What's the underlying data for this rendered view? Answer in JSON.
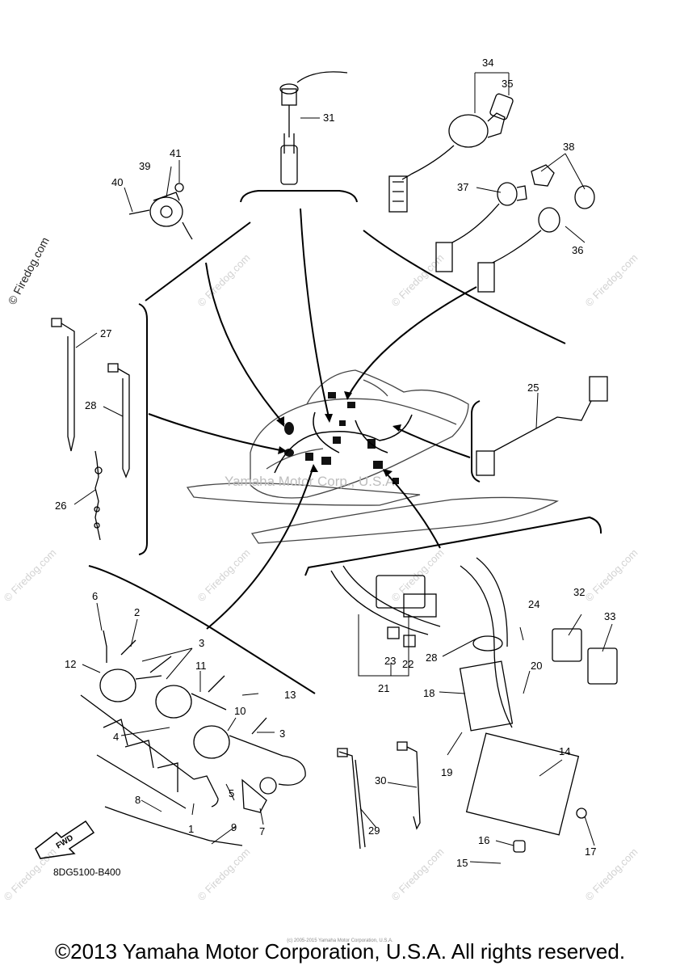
{
  "diagram": {
    "callouts": [
      "1",
      "2",
      "3",
      "3",
      "4",
      "5",
      "6",
      "7",
      "8",
      "9",
      "10",
      "11",
      "12",
      "13",
      "14",
      "15",
      "16",
      "17",
      "18",
      "19",
      "20",
      "21",
      "22",
      "23",
      "24",
      "25",
      "26",
      "27",
      "28",
      "28",
      "29",
      "30",
      "31",
      "32",
      "33",
      "34",
      "35",
      "36",
      "37",
      "38",
      "39",
      "40",
      "41"
    ],
    "diagram_code": "8DG5100-B400",
    "fwd_label": "FWD",
    "center_watermark": "Yamaha Motor Corp., U.S.A.",
    "side_watermark": "© Firedog.com",
    "tile_watermark": "© Firedog.com",
    "small_print": "(c) 2005-2015 Yamaha Motor Corporation, U.S.A."
  },
  "footer": {
    "copyright": "©2013 Yamaha Motor Corporation, U.S.A. All rights reserved."
  }
}
